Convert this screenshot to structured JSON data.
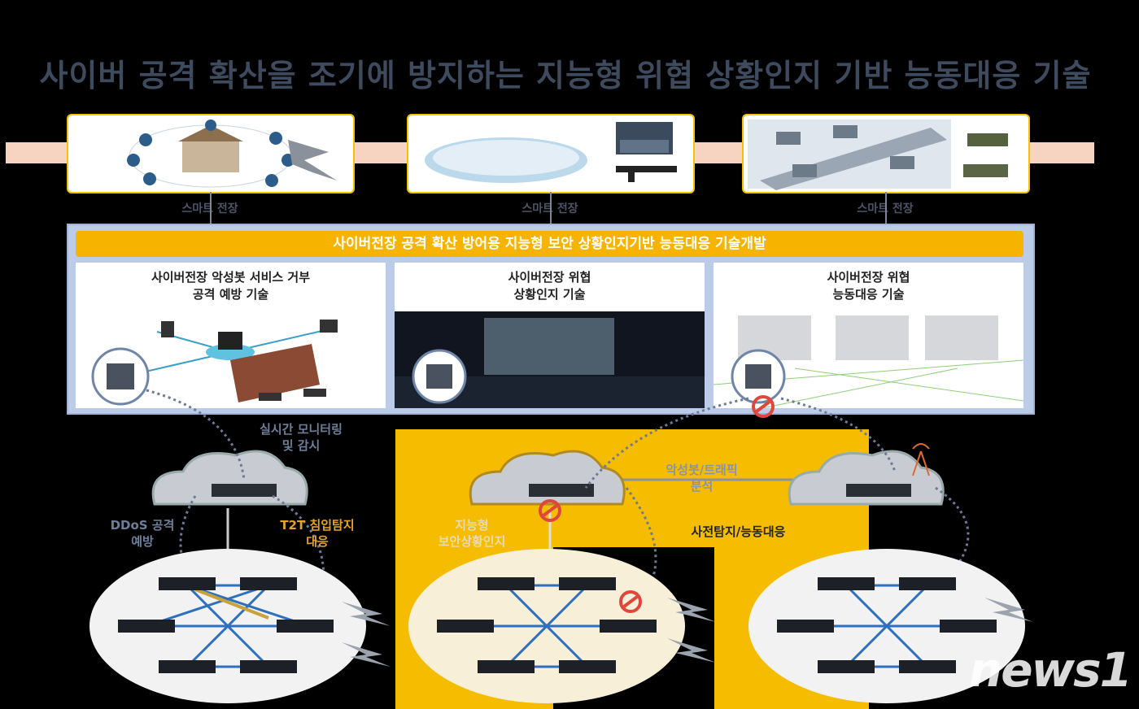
{
  "title": "사이버 공격 확산을 조기에 방지하는 지능형 위협 상황인지 기반 능동대응 기술",
  "scenarios": [
    {
      "label": "스마트 전장",
      "image": "smart-home-and-fighter-jet"
    },
    {
      "label": "스마트 전장",
      "image": "smart-city-and-rifle"
    },
    {
      "label": "스마트 전장",
      "image": "smart-traffic-and-tanks"
    }
  ],
  "panel": {
    "header": "사이버전장 공격 확산 방어용 지능형 보안 상황인지기반 능동대응 기술개발",
    "sections": [
      {
        "line1": "사이버전장 악성봇 서비스 거부",
        "line2": "공격 예방 기술"
      },
      {
        "line1": "사이버전장  위협",
        "line2": "상황인지  기술"
      },
      {
        "line1": "사이버전장  위협",
        "line2": "능동대응 기술"
      }
    ]
  },
  "annotations": {
    "monitoring": [
      "실시간 모니터링",
      "및 감시"
    ],
    "ddos": [
      "DDoS 공격",
      "예방"
    ],
    "t2t": [
      "T2T 침입탐지",
      "대응"
    ],
    "botnet": [
      "악성봇/트래픽",
      "분석"
    ],
    "awareness": [
      "지능형",
      "보안상황인지"
    ],
    "response": "사전탐지/능동대응"
  },
  "watermark": "news1",
  "colors": {
    "accent": "#f6b400",
    "title": "#3e4a5e",
    "band": "#f7d4c2",
    "panel": "#bccbe8"
  }
}
